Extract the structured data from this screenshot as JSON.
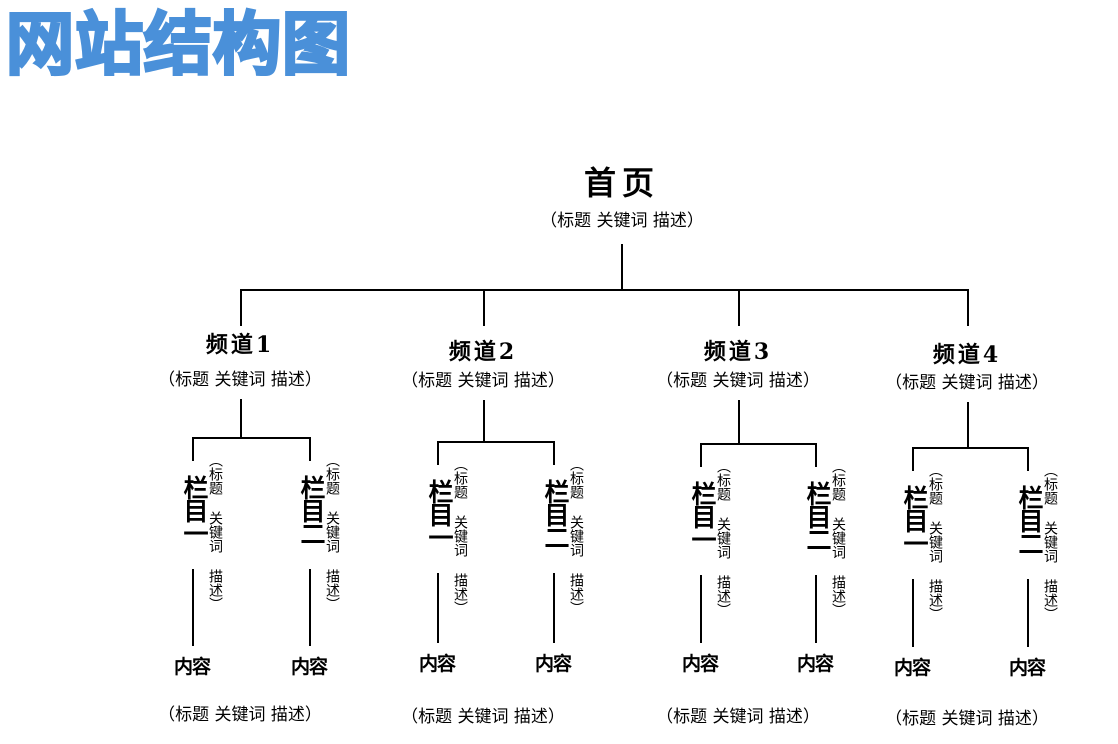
{
  "title": "网站结构图",
  "home": {
    "label": "首页",
    "meta": "（标题 关键词 描述）"
  },
  "channels": [
    {
      "label": "频道1",
      "meta": "（标题 关键词 描述）"
    },
    {
      "label": "频道2",
      "meta": "（标题 关键词 描述）"
    },
    {
      "label": "频道3",
      "meta": "（标题 关键词 描述）"
    },
    {
      "label": "频道4",
      "meta": "（标题 关键词 描述）"
    }
  ],
  "columns": [
    {
      "label": "栏目一",
      "meta": "（标题 关键词 描述）"
    },
    {
      "label": "栏目二",
      "meta": "（标题 关键词 描述）"
    }
  ],
  "content": {
    "label": "内容",
    "meta": "（标题 关键词 描述）"
  }
}
